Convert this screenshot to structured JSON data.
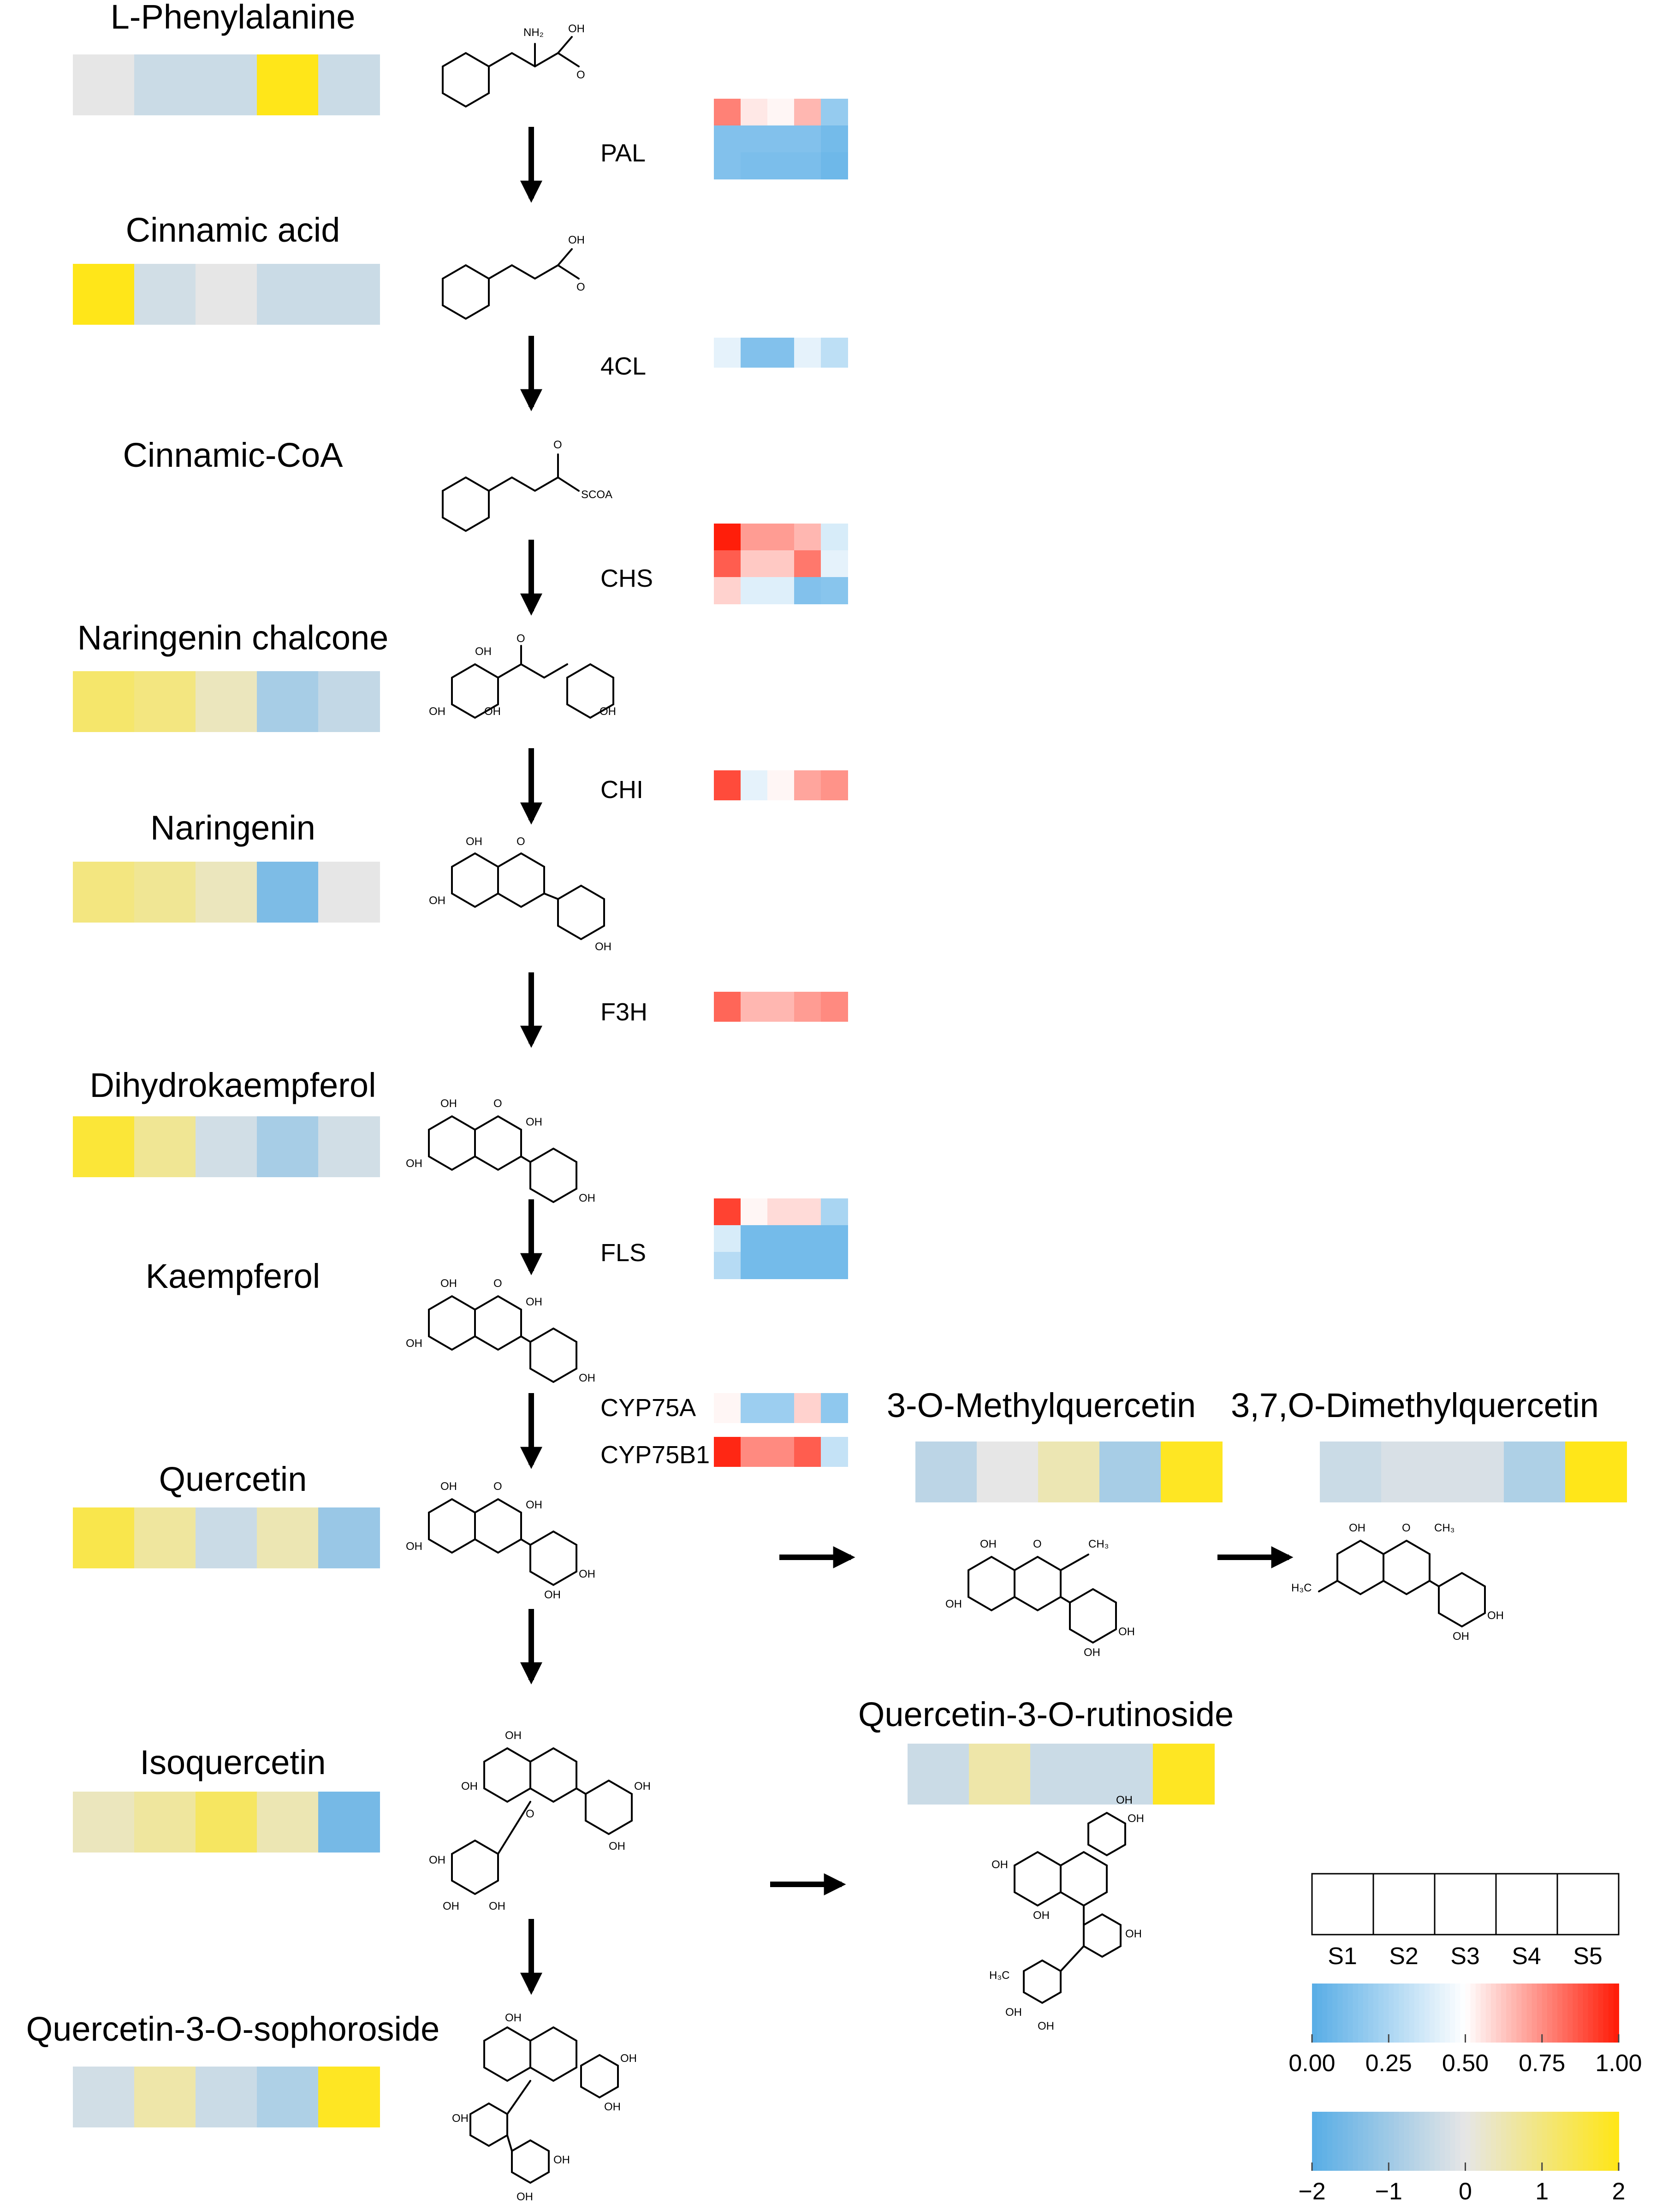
{
  "colors": {
    "metabolite_scale": [
      "#5aaee6",
      "#e6e6e6",
      "#ffe619"
    ],
    "gene_scale": [
      "#5aaee6",
      "#ffffff",
      "#ff1e0a"
    ],
    "arrow": "#000000"
  },
  "metabolites": [
    {
      "name": "L-Phenylalanine",
      "values": [
        0.0,
        -0.4,
        -0.4,
        2.0,
        -0.4
      ]
    },
    {
      "name": "Cinnamic acid",
      "values": [
        2.0,
        -0.3,
        0.0,
        -0.4,
        -0.4
      ]
    },
    {
      "name": "Cinnamic-CoA",
      "values": []
    },
    {
      "name": "Naringenin chalcone",
      "values": [
        1.2,
        1.0,
        0.4,
        -0.9,
        -0.5
      ]
    },
    {
      "name": "Naringenin",
      "values": [
        1.0,
        0.8,
        0.4,
        -1.5,
        0.0
      ]
    },
    {
      "name": "Dihydrokaempferol",
      "values": [
        1.7,
        0.8,
        -0.3,
        -0.9,
        -0.3
      ]
    },
    {
      "name": "Kaempferol",
      "values": []
    },
    {
      "name": "Quercetin",
      "values": [
        1.5,
        0.7,
        -0.4,
        0.5,
        -1.1
      ]
    },
    {
      "name": "Isoquercetin",
      "values": [
        0.4,
        0.7,
        1.3,
        0.5,
        -1.6
      ]
    },
    {
      "name": "Quercetin-3-O-sophoroside",
      "values": [
        -0.3,
        0.6,
        -0.4,
        -0.8,
        1.9
      ]
    },
    {
      "name": "3-O-Methylquercetin",
      "values": [
        -0.6,
        0.0,
        0.5,
        -0.9,
        1.9
      ]
    },
    {
      "name": "3,7,O-Dimethylquercetin",
      "values": [
        -0.4,
        -0.2,
        -0.2,
        -0.8,
        2.0
      ]
    },
    {
      "name": "Quercetin-3-O-rutinoside",
      "values": [
        -0.4,
        0.6,
        -0.4,
        -0.4,
        1.9
      ]
    }
  ],
  "enzymes": [
    {
      "name": "PAL",
      "rows": [
        [
          0.78,
          0.55,
          0.52,
          0.66,
          0.18
        ],
        [
          0.12,
          0.12,
          0.12,
          0.12,
          0.08
        ],
        [
          0.12,
          0.1,
          0.1,
          0.1,
          0.06
        ]
      ]
    },
    {
      "name": "4CL",
      "rows": [
        [
          0.42,
          0.12,
          0.12,
          0.42,
          0.3
        ]
      ]
    },
    {
      "name": "CHS",
      "rows": [
        [
          1.0,
          0.72,
          0.72,
          0.66,
          0.38
        ],
        [
          0.86,
          0.62,
          0.62,
          0.8,
          0.42
        ],
        [
          0.6,
          0.4,
          0.4,
          0.12,
          0.14
        ]
      ]
    },
    {
      "name": "CHI",
      "rows": [
        [
          0.9,
          0.42,
          0.52,
          0.7,
          0.74
        ]
      ]
    },
    {
      "name": "F3H",
      "rows": [
        [
          0.84,
          0.66,
          0.66,
          0.72,
          0.76
        ]
      ]
    },
    {
      "name": "FLS",
      "rows": [
        [
          0.92,
          0.52,
          0.58,
          0.58,
          0.24
        ],
        [
          0.38,
          0.08,
          0.08,
          0.08,
          0.08
        ],
        [
          0.28,
          0.08,
          0.08,
          0.08,
          0.08
        ]
      ]
    },
    {
      "name": "CYP75A",
      "rows": [
        [
          0.52,
          0.2,
          0.2,
          0.6,
          0.16
        ]
      ]
    },
    {
      "name": "CYP75B1",
      "rows": [
        [
          0.98,
          0.76,
          0.76,
          0.86,
          0.32
        ]
      ]
    }
  ],
  "legend": {
    "samples": [
      "S1",
      "S2",
      "S3",
      "S4",
      "S5"
    ],
    "gene_ticks": [
      "0.00",
      "0.25",
      "0.50",
      "0.75",
      "1.00"
    ],
    "metabolite_ticks": [
      "−2",
      "−1",
      "0",
      "1",
      "2"
    ]
  },
  "atom_labels": {
    "oh": "OH",
    "nh2": "NH₂",
    "o": "O",
    "scoa": "SCOA",
    "ch3": "CH₃",
    "h3c": "H₃C"
  }
}
